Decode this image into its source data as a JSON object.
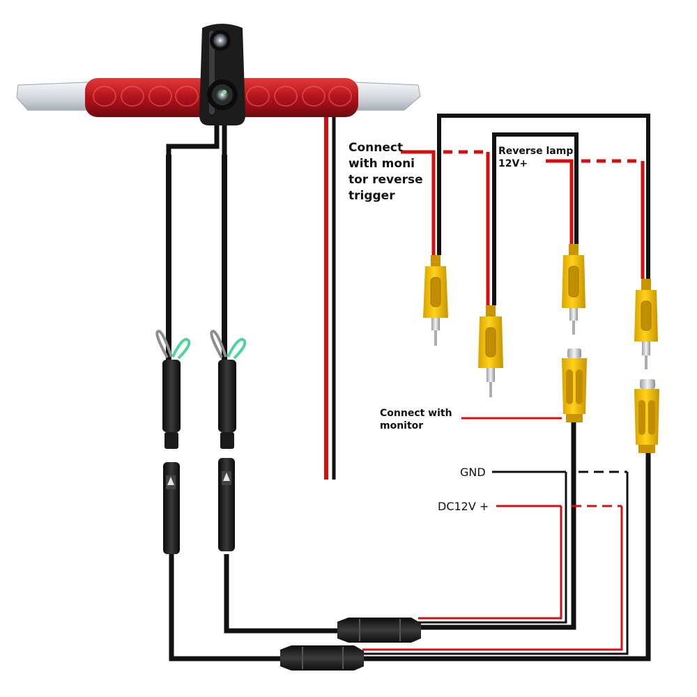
{
  "labels": {
    "monitor_reverse_trigger": [
      "Connect",
      "with moni",
      "tor reverse",
      "trigger"
    ],
    "reverse_lamp": [
      "Reverse lamp",
      "12V+"
    ],
    "connect_monitor": [
      "Connect with",
      "monitor"
    ],
    "gnd": "GND",
    "dc12v": "DC12V +"
  },
  "colors": {
    "wire_black": "#111111",
    "wire_red": "#d40f0f",
    "rca_yellow": "#f5c400",
    "brake_light_red": "#b3121b",
    "housing_silver": "#d9dde2",
    "camera_body": "#1c1c1c"
  },
  "components": [
    "camera-brake-light",
    "video-cable-1",
    "video-cable-2",
    "rca-trigger-wire",
    "rca-video-out-1",
    "rca-video-out-2",
    "power-splitter-1",
    "power-splitter-2"
  ]
}
